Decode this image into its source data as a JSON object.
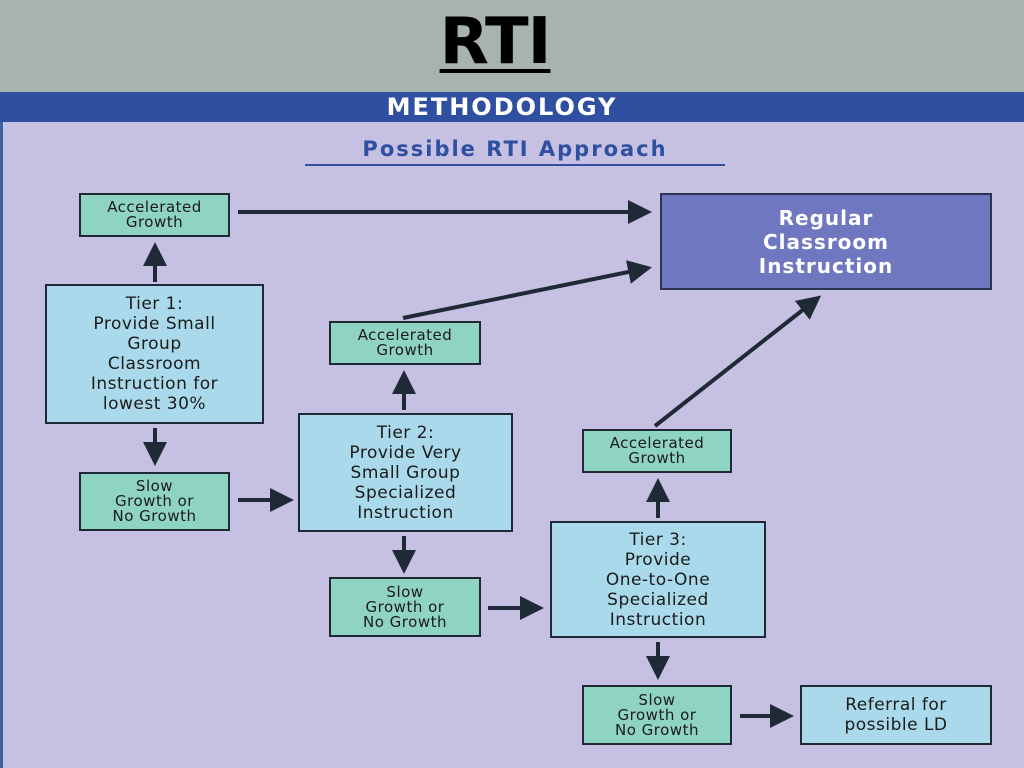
{
  "slide": {
    "title": "RTI"
  },
  "figure": {
    "banner": "METHODOLOGY",
    "subtitle": "Possible RTI Approach"
  },
  "diagram": {
    "regular": "Regular\nClassroom\nInstruction",
    "tier1": {
      "text": "Tier 1:\nProvide Small\nGroup\nClassroom\nInstruction for\nlowest 30%",
      "accelerated": "Accelerated\nGrowth",
      "slow": "Slow\nGrowth or\nNo Growth"
    },
    "tier2": {
      "text": "Tier 2:\nProvide Very\nSmall Group\nSpecialized\nInstruction",
      "accelerated": "Accelerated\nGrowth",
      "slow": "Slow\nGrowth or\nNo Growth"
    },
    "tier3": {
      "text": "Tier 3:\nProvide\nOne-to-One\nSpecialized\nInstruction",
      "accelerated": "Accelerated\nGrowth",
      "slow": "Slow\nGrowth or\nNo Growth"
    },
    "referral": "Referral for\npossible LD"
  },
  "colors": {
    "header_bg": "#a9b3ae",
    "figure_bg": "#c6c0e2",
    "banner": "#2f4fa0",
    "small_box": "#8fd3c3",
    "tier_box": "#a9d9ea",
    "regular_box": "#6e77bf"
  }
}
